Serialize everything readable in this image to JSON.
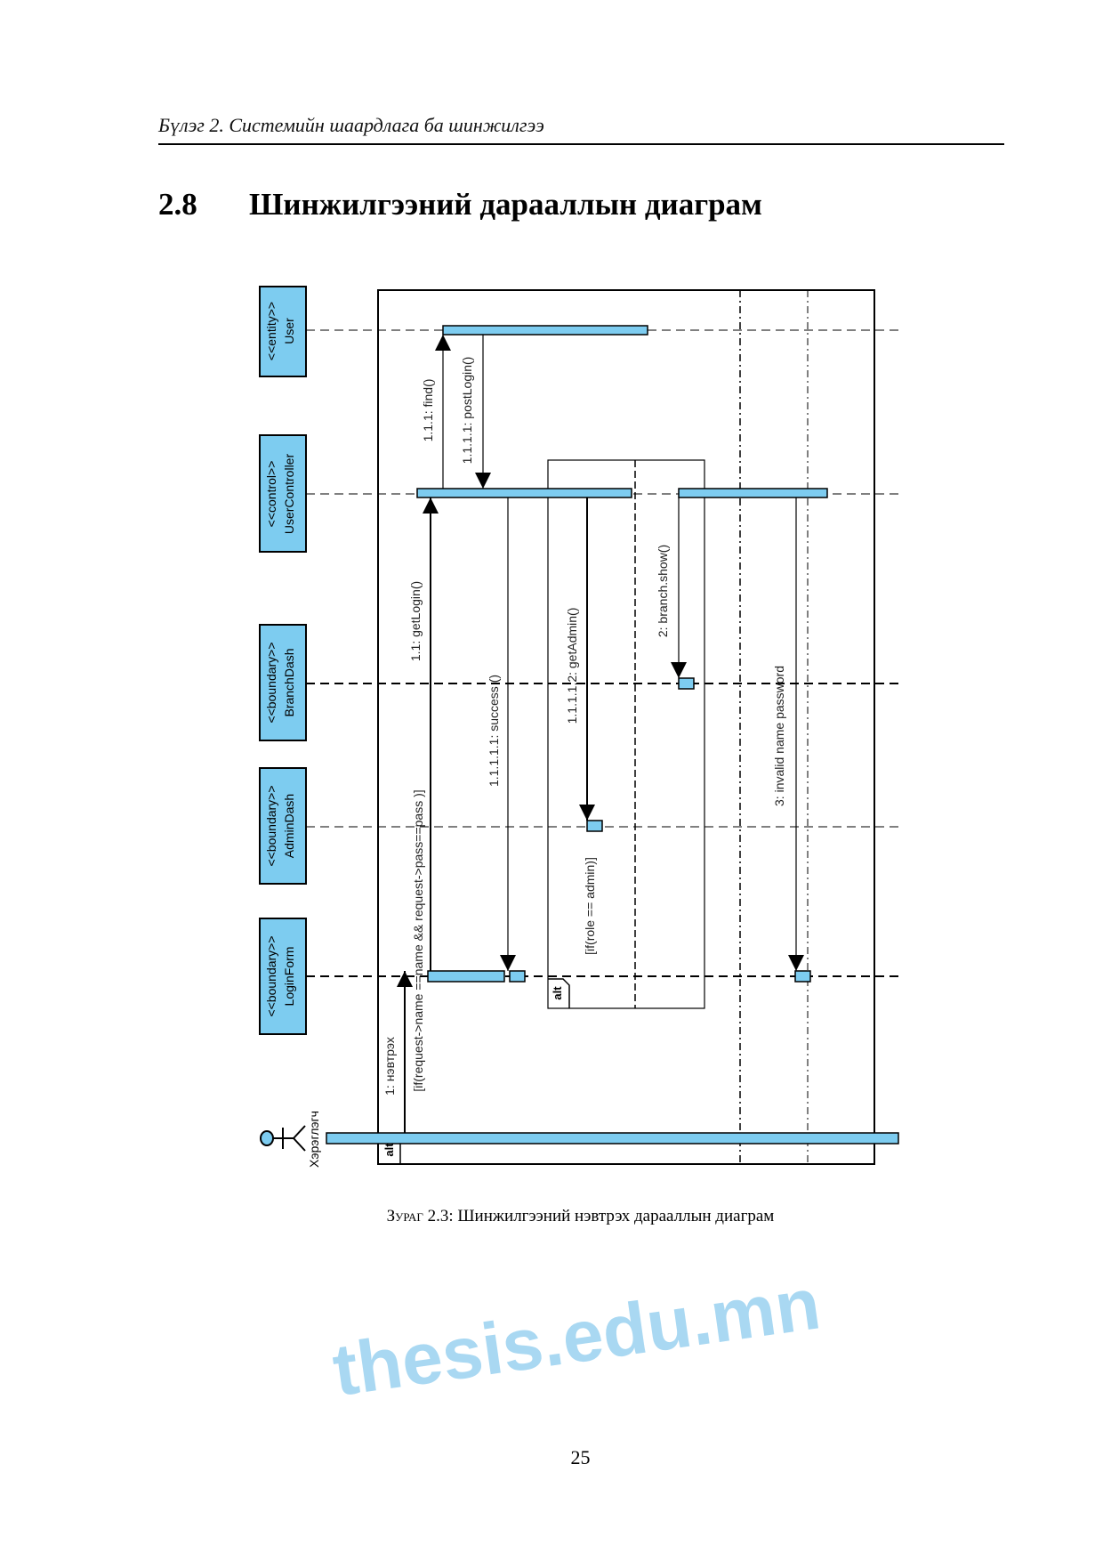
{
  "header": {
    "running_head": "Бүлэг 2.  Системийн шаардлага ба шинжилгээ"
  },
  "section": {
    "number": "2.8",
    "title": "Шинжилгээний дарааллын диаграм"
  },
  "diagram": {
    "lifelines": [
      {
        "stereotype": "<<entity>>",
        "name": "User"
      },
      {
        "stereotype": "<<control>>",
        "name": "UserController"
      },
      {
        "stereotype": "<<boundary>>",
        "name": "BranchDash"
      },
      {
        "stereotype": "<<boundary>>",
        "name": "AdminDash"
      },
      {
        "stereotype": "<<boundary>>",
        "name": "LoginForm"
      }
    ],
    "actor": {
      "name": "Хэрэглэгч"
    },
    "messages": {
      "m1": "1: нэвтрэх",
      "m11": "1.1: getLogin()",
      "m111": "1.1.1: find()",
      "m1111": "1.1.1.1: postLogin()",
      "m11111": "1.1.1.1.1: success ()",
      "m11112": "1.1.1.1.2: getAdmin()",
      "m2": "2: branch.show()",
      "m3": "3: invalid name password"
    },
    "guards": {
      "outer": "[if(request->name ==name && request->pass==pass )]",
      "inner": "[if(role == admin)]"
    },
    "fragments": {
      "outer": "alt",
      "inner": "alt"
    },
    "colors": {
      "lifeline_fill": "#7dccf0",
      "watermark": "#a9d8f2"
    }
  },
  "watermark": "thesis.edu.mn",
  "caption": {
    "label": "Зураг 2.3:",
    "text": "Шинжилгээний нэвтрэх дарааллын диаграм"
  },
  "page_number": "25"
}
